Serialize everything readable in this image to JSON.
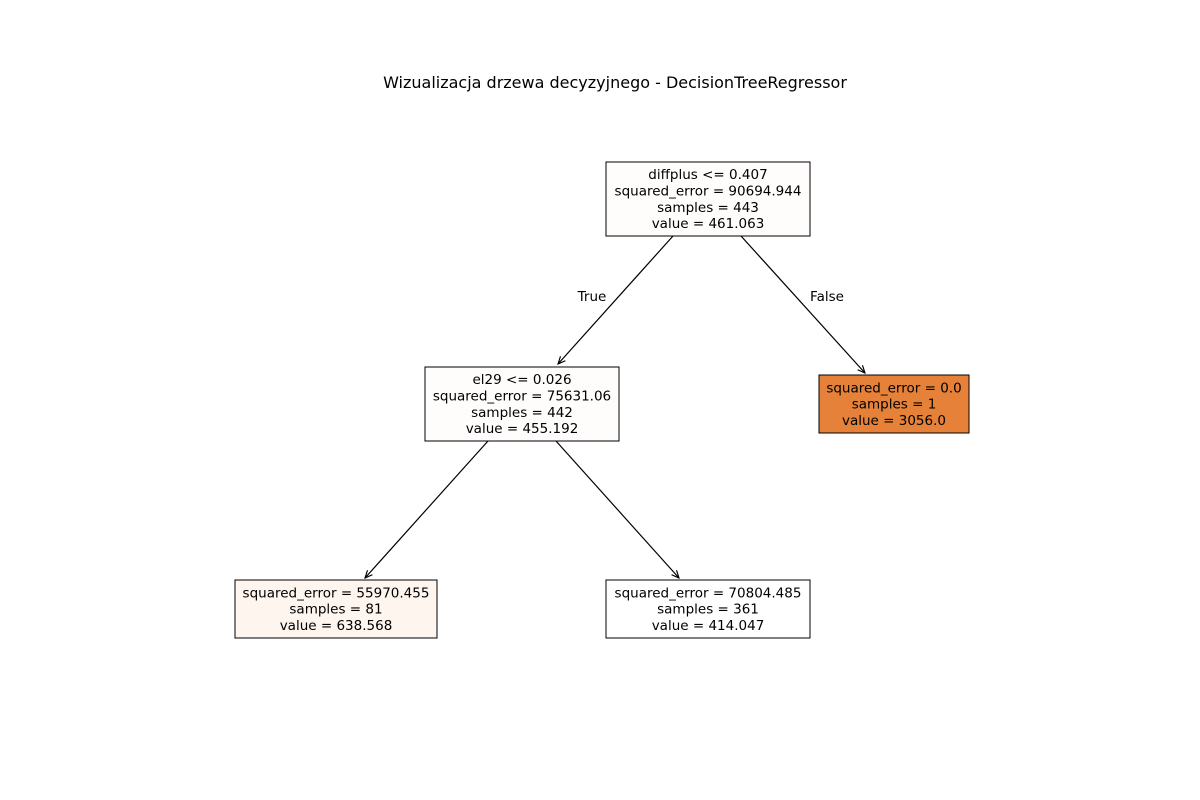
{
  "title": "Wizualizacja drzewa decyzyjnego - DecisionTreeRegressor",
  "nodes": [
    {
      "id": "root",
      "lines": [
        "diffplus <= 0.407",
        "squared_error = 90694.944",
        "samples = 443",
        "value = 461.063"
      ],
      "fill": "#fffdfb"
    },
    {
      "id": "left",
      "lines": [
        "el29 <= 0.026",
        "squared_error = 75631.06",
        "samples = 442",
        "value = 455.192"
      ],
      "fill": "#fffdfb"
    },
    {
      "id": "right-leaf",
      "lines": [
        "squared_error = 0.0",
        "samples = 1",
        "value = 3056.0"
      ],
      "fill": "#e58139"
    },
    {
      "id": "left-left-leaf",
      "lines": [
        "squared_error = 55970.455",
        "samples = 81",
        "value = 638.568"
      ],
      "fill": "#fef5ee"
    },
    {
      "id": "left-right-leaf",
      "lines": [
        "squared_error = 70804.485",
        "samples = 361",
        "value = 414.047"
      ],
      "fill": "#ffffff"
    }
  ],
  "edges": [
    {
      "from": "root",
      "to": "left",
      "label": "True"
    },
    {
      "from": "root",
      "to": "right-leaf",
      "label": "False"
    },
    {
      "from": "left",
      "to": "left-left-leaf",
      "label": ""
    },
    {
      "from": "left",
      "to": "left-right-leaf",
      "label": ""
    }
  ]
}
